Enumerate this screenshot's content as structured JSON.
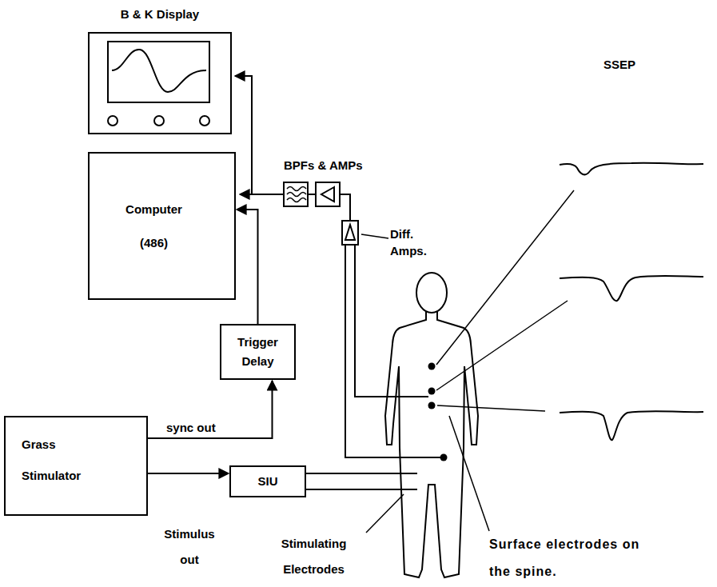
{
  "diagram": {
    "nodes": [
      {
        "text": [
          "B & K Display"
        ]
      },
      {
        "text": [
          "Computer (486)"
        ]
      },
      {
        "text": [
          "Trigger Delay"
        ]
      },
      {
        "text": [
          "Grass Stimulator"
        ]
      },
      {
        "text": [
          "SIU"
        ]
      }
    ],
    "edges": [
      {
        "from": 3,
        "to": 2,
        "arrow": "to",
        "label": "sync out"
      },
      {
        "from": 2,
        "to": 1,
        "arrow": "to"
      },
      {
        "from": 3,
        "to": 4,
        "arrow": "to",
        "label": "Stimulus out"
      }
    ],
    "labels": [
      "SSEP",
      "BPFs & AMPs",
      "Diff. Amps.",
      "Stimulating Electrodes",
      "Surface electrodes on the spine."
    ]
  }
}
